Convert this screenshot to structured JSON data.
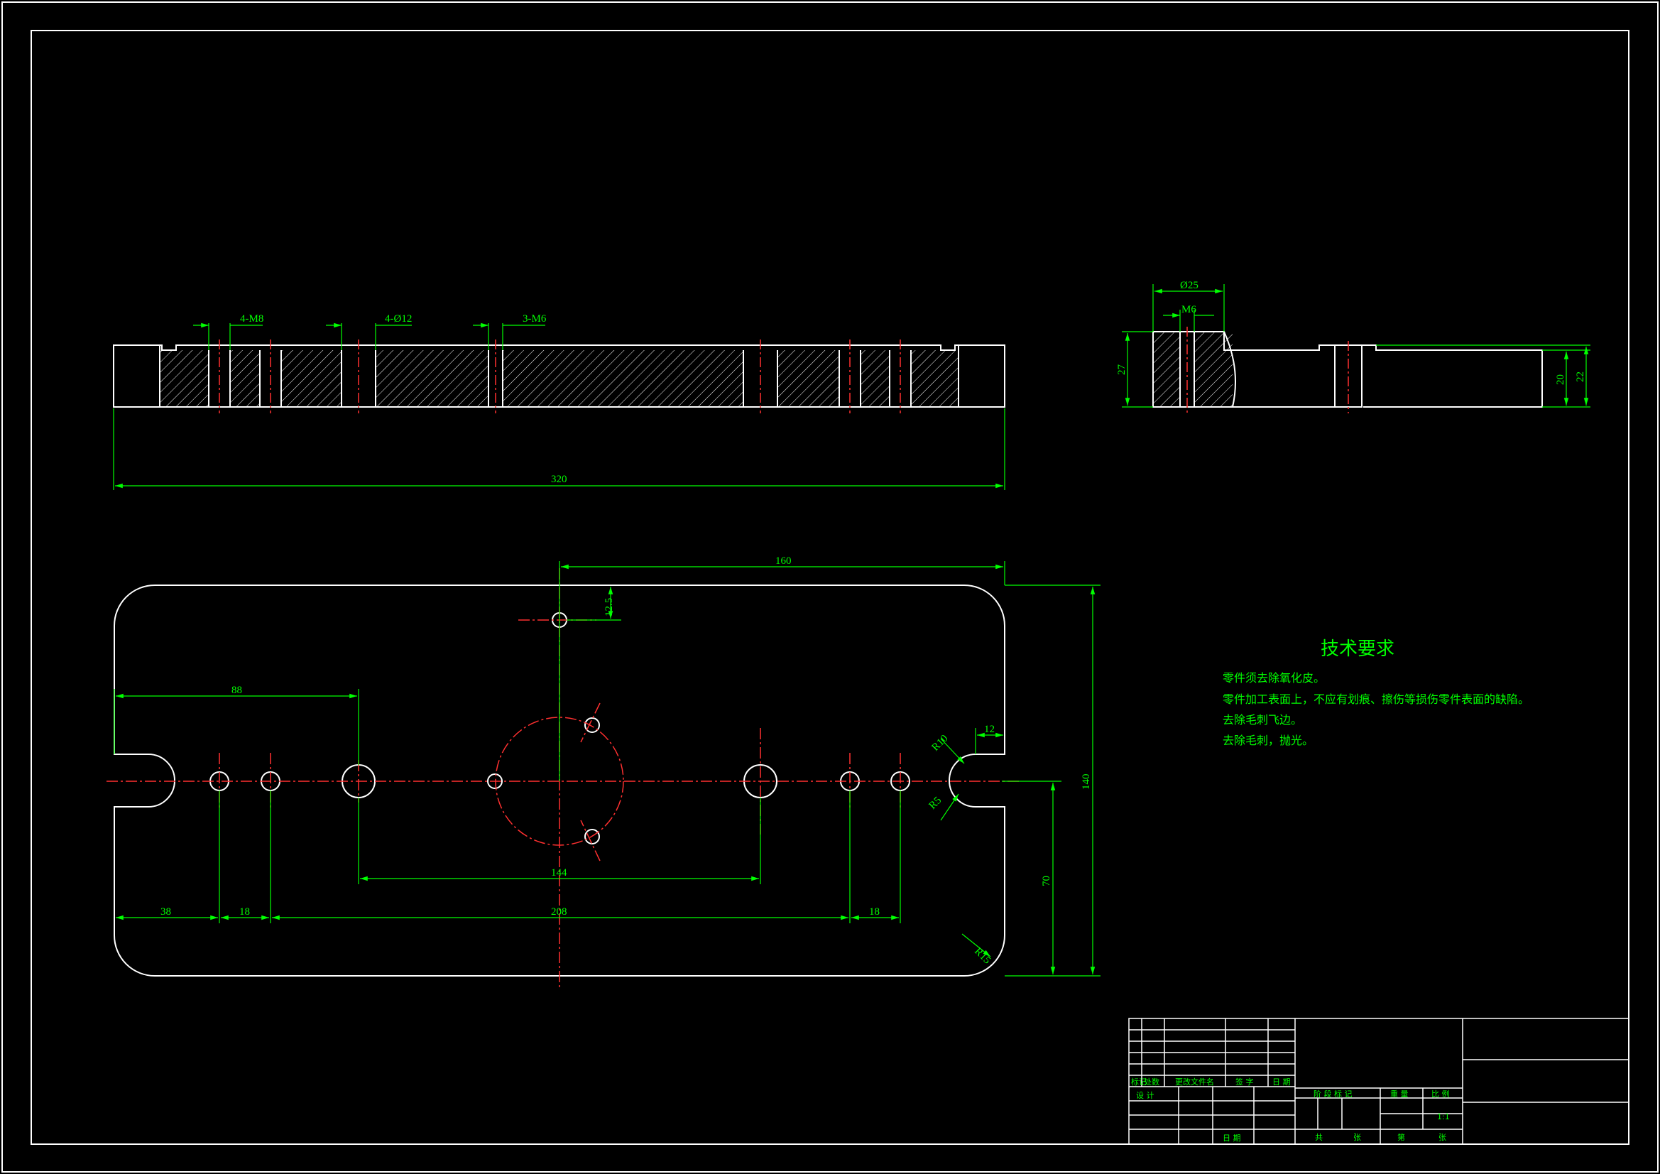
{
  "top_view": {
    "callout_m8": "4-M8",
    "callout_d12": "4-Ø12",
    "callout_m6": "3-M6",
    "dim_length": "320"
  },
  "side_view": {
    "dim_d25": "Ø25",
    "dim_m6": "M6",
    "dim_27": "27",
    "dim_20": "20",
    "dim_22": "22"
  },
  "plan_view": {
    "dim_160": "160",
    "dim_12_5": "12.5",
    "dim_88": "88",
    "dim_12": "12",
    "dim_r10": "R10",
    "dim_r5": "R5",
    "dim_140": "140",
    "dim_144": "144",
    "dim_38": "38",
    "dim_18_left": "18",
    "dim_208": "208",
    "dim_18_right": "18",
    "dim_70": "70",
    "dim_r15": "R15"
  },
  "tech_requirements": {
    "title": "技术要求",
    "items": [
      "零件须去除氧化皮。",
      "零件加工表面上，不应有划痕、擦伤等损伤零件表面的缺陷。",
      "去除毛刺飞边。",
      "去除毛刺，抛光。"
    ]
  },
  "title_block": {
    "rev_mark": "标记",
    "rev_count": "处数",
    "rev_doc": "更改文件名",
    "rev_sign": "签 字",
    "rev_date": "日 期",
    "design": "设 计",
    "date": "日 期",
    "stage_mark": "阶 段 标 记",
    "weight": "重 量",
    "scale": "比 例",
    "scale_value": "1:1",
    "total": "共",
    "sheets": "张",
    "sheet_no": "第",
    "sheet_unit": "张"
  },
  "colors": {
    "outline": "#ffffff",
    "dimension": "#00ff00",
    "centerline": "#ff0000"
  }
}
